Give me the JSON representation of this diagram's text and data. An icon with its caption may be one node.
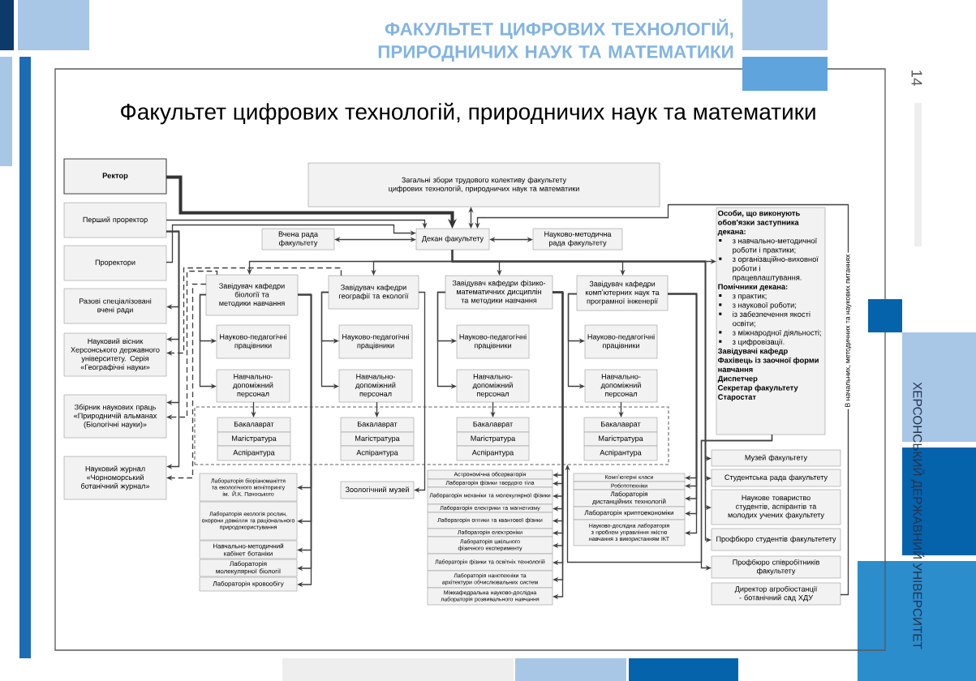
{
  "diagram": {
    "title": "Факультет цифрових технологій, природничих наук та математики",
    "nodes": [
      {
        "text": [
          "Ректор"
        ]
      },
      {
        "text": [
          "Перший проректор"
        ]
      },
      {
        "text": [
          "Проректори"
        ]
      },
      {
        "text": [
          "Разові спеціалізовані вчені ради"
        ]
      },
      {
        "text": [
          "Науковий вісник Херсонського державного університету. Серія «Географічні науки»"
        ]
      },
      {
        "text": [
          "Збірник наукових праць «Природничій альманах (Біологічні науки)»"
        ]
      },
      {
        "text": [
          "Науковий журнал «Чорноморський ботанічний журнал»"
        ]
      },
      {
        "text": [
          "Загальні збори трудового колективу факультету цифрових технологій, природничих наук та математики"
        ]
      },
      {
        "text": [
          "Вчена рада факультету"
        ]
      },
      {
        "text": [
          "Декан факультету"
        ]
      },
      {
        "text": [
          "Науково-методична рада факультету"
        ]
      },
      {
        "text": [
          "Завідувач кафедри біології та методики навчання"
        ]
      },
      {
        "text": [
          "Завідувач кафедри географії та екології"
        ]
      },
      {
        "text": [
          "Завідувач кафедри фізико-математичних дисциплін та методики навчання"
        ]
      },
      {
        "text": [
          "Завідувач кафедри компʼютерних наук та програмної інженерії"
        ]
      },
      {
        "text": [
          "Особи, що виконують обов'язки заступника декана:",
          "з навчально-методичної роботи і практики;",
          "з організаційно-виховної роботи і працевлаштування.",
          "Помічники декана:",
          "з практик;",
          "з наукової роботи;",
          "із забезпечення якості освіти;",
          "з міжнародної діяльності;",
          "з цифровізації.",
          "Завідувачі кафедр",
          "Фахівець із заочної форми навчання",
          "Диспетчер",
          "Секретар факультету",
          "Старостат"
        ]
      },
      {
        "text": [
          "Науково-педагогічні працівники"
        ]
      },
      {
        "text": [
          "Науково-педагогічні працівники"
        ]
      },
      {
        "text": [
          "Науково-педагогічні працівники"
        ]
      },
      {
        "text": [
          "Науково-педагогічні працівники"
        ]
      },
      {
        "text": [
          "Навчально-допоміжний персонал"
        ]
      },
      {
        "text": [
          "Навчально-допоміжний персонал"
        ]
      },
      {
        "text": [
          "Навчально-допоміжний персонал"
        ]
      },
      {
        "text": [
          "Навчально-допоміжний персонал"
        ]
      },
      {
        "text": [],
        "shape": "box"
      },
      {
        "text": [
          "Бакалаврат"
        ],
        "in": 24
      },
      {
        "text": [
          "Магістратура"
        ],
        "in": 24
      },
      {
        "text": [
          "Аспірантура"
        ],
        "in": 24
      },
      {
        "text": [
          "Бакалаврат"
        ],
        "in": 24
      },
      {
        "text": [
          "Магістратура"
        ],
        "in": 24
      },
      {
        "text": [
          "Аспірантура"
        ],
        "in": 24
      },
      {
        "text": [
          "Бакалаврат"
        ],
        "in": 24
      },
      {
        "text": [
          "Магістратура"
        ],
        "in": 24
      },
      {
        "text": [
          "Аспірантура"
        ],
        "in": 24
      },
      {
        "text": [
          "Бакалаврат"
        ],
        "in": 24
      },
      {
        "text": [
          "Магістратура"
        ],
        "in": 24
      },
      {
        "text": [
          "Аспірантура"
        ],
        "in": 24
      },
      {
        "text": [
          "Лабораторія біорізноманіття та екологічного моніторингу ім. Й.К. Пачоського"
        ]
      },
      {
        "text": [
          "Лабораторія екологія рослин, охорони довкілля та раціонального природокористування"
        ]
      },
      {
        "text": [
          "Навчально-методичний кабінет ботаніки"
        ]
      },
      {
        "text": [
          "Лабораторія молекулярної біології"
        ]
      },
      {
        "text": [
          "Лабораторія кровообігу"
        ]
      },
      {
        "text": [
          "Зоологічний музей"
        ]
      },
      {
        "text": [
          "Астрономічна обсерваторія"
        ]
      },
      {
        "text": [
          "Лабораторія фізики твердого тіла"
        ]
      },
      {
        "text": [
          "Лабораторія механіки та молекулярної фізики"
        ]
      },
      {
        "text": [
          "Лабораторія електрики та магнетизму"
        ]
      },
      {
        "text": [
          "Лабораторія оптики та квантової фізики"
        ]
      },
      {
        "text": [
          "Лабораторія електроніки"
        ]
      },
      {
        "text": [
          "Лабораторія шкільного фізичного експерименту"
        ]
      },
      {
        "text": [
          "Лабораторія фізики та освітніх технологій"
        ]
      },
      {
        "text": [
          "Лабораторія нанотехніки та архітектури обчислювальних систем"
        ]
      },
      {
        "text": [
          "Міжкафедральна науково-дослідна лабораторія розвивального навчання"
        ]
      },
      {
        "text": [
          "Компʼютерні класи"
        ]
      },
      {
        "text": [
          "Робототехніки"
        ]
      },
      {
        "text": [
          "Лабораторія дистанційних технологій"
        ]
      },
      {
        "text": [
          "Лабораторія криптоекономіки"
        ]
      },
      {
        "text": [
          "Науково-дослідна лабораторія з проблем управління якістю навчання з використанням ІКТ"
        ]
      },
      {
        "text": [
          "Музей факультету"
        ]
      },
      {
        "text": [
          "Студентська рада факультету"
        ]
      },
      {
        "text": [
          "Наукове товариство студентів, аспірантів та молодих учених факультету"
        ]
      },
      {
        "text": [
          "Профбюро студентів факультетету"
        ]
      },
      {
        "text": [
          "Профбюро співробітників факультету"
        ]
      },
      {
        "text": [
          "Директор агробіостанції - ботанічний сад ХДУ"
        ]
      }
    ],
    "edges": [
      {
        "from": 0,
        "to": 9,
        "arrow": "to",
        "style": "thick"
      },
      {
        "from": 1,
        "to": 9,
        "arrow": "to"
      },
      {
        "from": 2,
        "to": 9,
        "arrow": "to"
      },
      {
        "from": 7,
        "to": 9,
        "arrow": "both"
      },
      {
        "from": 63,
        "to": 9,
        "arrow": "to",
        "label": "В начальних, методичних та наукових питаннях"
      },
      {
        "from": 8,
        "to": 9,
        "arrow": "both"
      },
      {
        "from": 9,
        "to": 10,
        "arrow": "both"
      },
      {
        "from": 9,
        "to": 11,
        "arrow": "to"
      },
      {
        "from": 9,
        "to": 12,
        "arrow": "to"
      },
      {
        "from": 9,
        "to": 13,
        "arrow": "to"
      },
      {
        "from": 9,
        "to": 14,
        "arrow": "to"
      },
      {
        "from": 9,
        "to": 15,
        "arrow": "to"
      },
      {
        "from": 1,
        "to": 3,
        "arrow": "to"
      },
      {
        "from": 1,
        "to": 4,
        "arrow": "to"
      },
      {
        "from": 1,
        "to": 5,
        "arrow": "to"
      },
      {
        "from": 1,
        "to": 6,
        "arrow": "to"
      },
      {
        "from": 12,
        "to": 4,
        "arrow": "to",
        "style": "dashed"
      },
      {
        "from": 11,
        "to": 5,
        "arrow": "to",
        "style": "dashed"
      },
      {
        "from": 11,
        "to": 6,
        "arrow": "to",
        "style": "dashed"
      },
      {
        "from": 11,
        "to": 16,
        "arrow": "to"
      },
      {
        "from": 11,
        "to": 20,
        "arrow": "to"
      },
      {
        "from": 12,
        "to": 17,
        "arrow": "to"
      },
      {
        "from": 12,
        "to": 21,
        "arrow": "to"
      },
      {
        "from": 13,
        "to": 18,
        "arrow": "to"
      },
      {
        "from": 13,
        "to": 22,
        "arrow": "to"
      },
      {
        "from": 14,
        "to": 19,
        "arrow": "to"
      },
      {
        "from": 14,
        "to": 23,
        "arrow": "to"
      },
      {
        "from": 20,
        "to": 25,
        "arrow": "to"
      },
      {
        "from": 21,
        "to": 28,
        "arrow": "to"
      },
      {
        "from": 22,
        "to": 31,
        "arrow": "to"
      },
      {
        "from": 23,
        "to": 34,
        "arrow": "to"
      },
      {
        "from": 11,
        "to": 37,
        "arrow": "to"
      },
      {
        "from": 11,
        "to": 38,
        "arrow": "to"
      },
      {
        "from": 11,
        "to": 39,
        "arrow": "to"
      },
      {
        "from": 11,
        "to": 40,
        "arrow": "to"
      },
      {
        "from": 11,
        "to": 41,
        "arrow": "to"
      },
      {
        "from": 12,
        "to": 42,
        "arrow": "to"
      },
      {
        "from": 13,
        "to": 43,
        "arrow": "to"
      },
      {
        "from": 13,
        "to": 44,
        "arrow": "to"
      },
      {
        "from": 13,
        "to": 45,
        "arrow": "to"
      },
      {
        "from": 13,
        "to": 46,
        "arrow": "to"
      },
      {
        "from": 13,
        "to": 47,
        "arrow": "to"
      },
      {
        "from": 13,
        "to": 48,
        "arrow": "to"
      },
      {
        "from": 13,
        "to": 49,
        "arrow": "to"
      },
      {
        "from": 13,
        "to": 50,
        "arrow": "to"
      },
      {
        "from": 13,
        "to": 51,
        "arrow": "to"
      },
      {
        "from": 13,
        "to": 52,
        "arrow": "to"
      },
      {
        "from": 14,
        "to": 53,
        "arrow": "to"
      },
      {
        "from": 14,
        "to": 54,
        "arrow": "to"
      },
      {
        "from": 14,
        "to": 55,
        "arrow": "to"
      },
      {
        "from": 14,
        "to": 56,
        "arrow": "to"
      },
      {
        "from": 14,
        "to": 57,
        "arrow": "to"
      },
      {
        "from": 9,
        "to": 58,
        "arrow": "to"
      },
      {
        "from": 9,
        "to": 59,
        "arrow": "to"
      },
      {
        "from": 9,
        "to": 60,
        "arrow": "to"
      },
      {
        "from": 9,
        "to": 61,
        "arrow": "to"
      },
      {
        "from": 15,
        "to": 62,
        "arrow": "to"
      },
      {
        "from": 15,
        "to": 24,
        "arrow": "to"
      }
    ],
    "labels": [
      "ФАКУЛЬТЕТ ЦИФРОВИХ ТЕХНОЛОГІЙ, ПРИРОДНИЧИХ НАУК ТА МАТЕМАТИКИ",
      "14",
      "ХЕРСОНСЬКИЙ ДЕРЖАВНИЙ УНІВЕРСИТЕТ"
    ]
  }
}
